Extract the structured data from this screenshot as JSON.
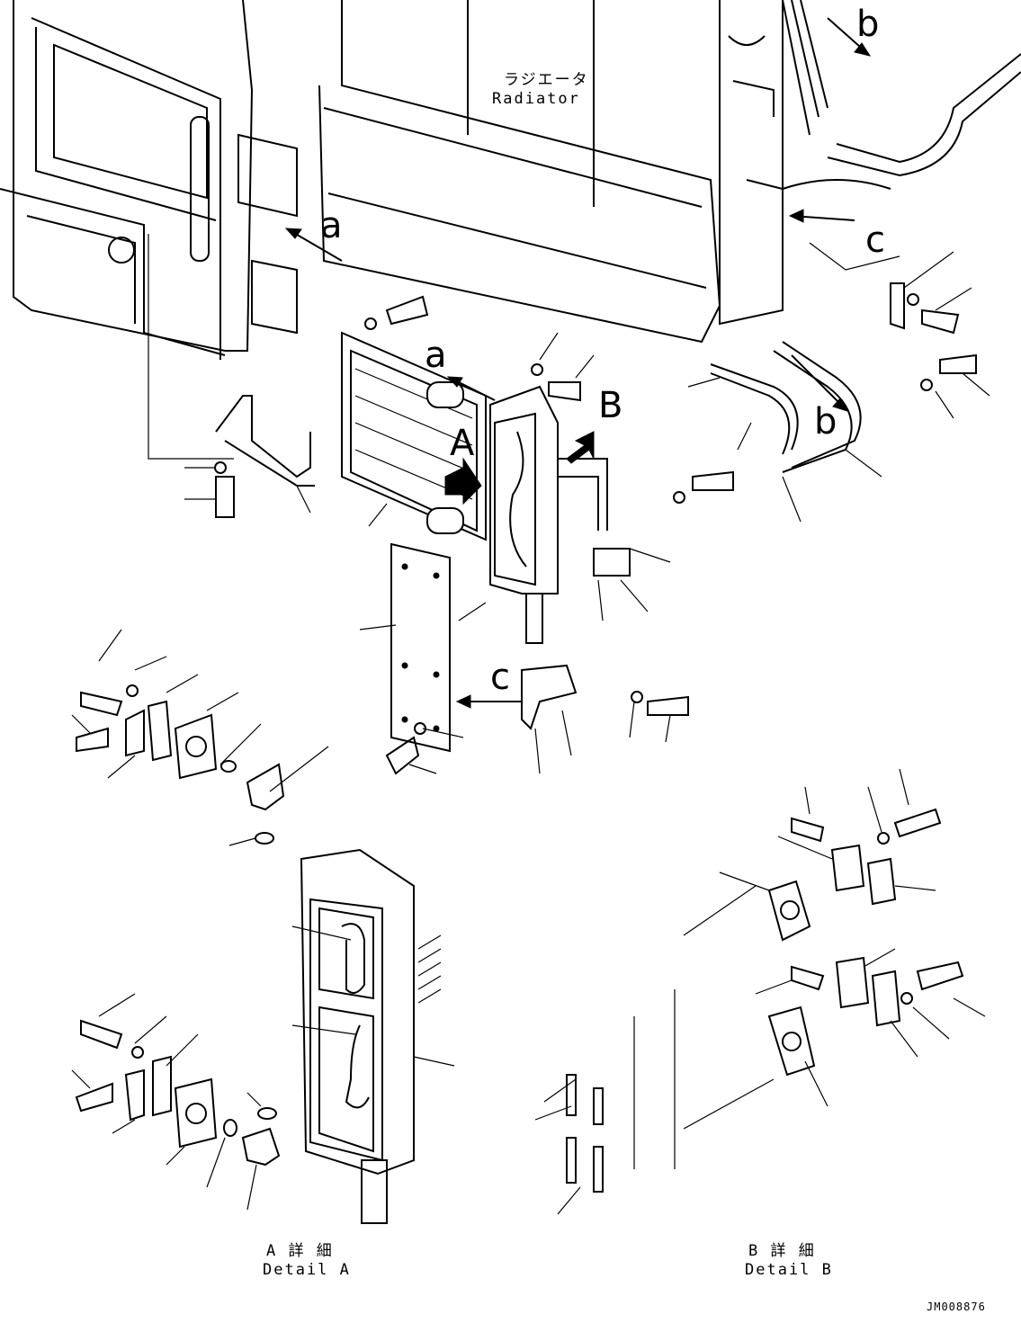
{
  "labels": {
    "radiator_jp": "ラジエータ",
    "radiator_en": "Radiator",
    "arrow_a_top": "a",
    "arrow_a_mid": "a",
    "arrow_b_top": "b",
    "arrow_b_mid": "b",
    "arrow_c_top": "c",
    "arrow_c_mid": "c",
    "view_A": "A",
    "view_B": "B",
    "detail_a_jp": "A 詳 細",
    "detail_a_en": "Detail A",
    "detail_b_jp": "B 詳 細",
    "detail_b_en": "Detail B",
    "drawing_id": "JM008876"
  }
}
